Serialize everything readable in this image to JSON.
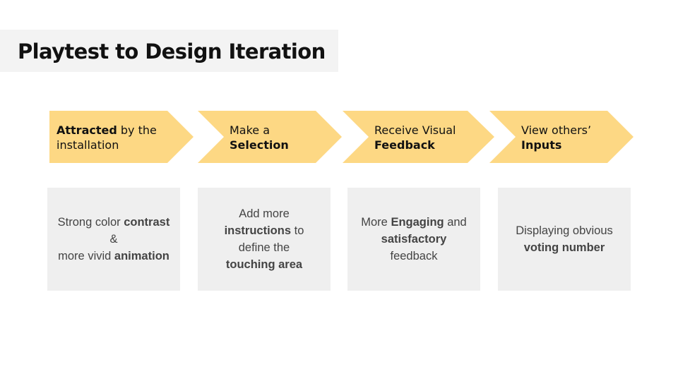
{
  "title": "Playtest to Design Iteration",
  "steps": [
    {
      "line1_bold": "Attracted",
      "line1_rest": " by the",
      "line2_pre": "installation",
      "line2_bold": ""
    },
    {
      "line1_bold": "",
      "line1_rest": "Make a",
      "line2_pre": "",
      "line2_bold": "Selection"
    },
    {
      "line1_bold": "",
      "line1_rest": "Receive Visual",
      "line2_pre": "",
      "line2_bold": "Feedback"
    },
    {
      "line1_bold": "",
      "line1_rest": "View others’",
      "line2_pre": "",
      "line2_bold": "Inputs"
    }
  ],
  "cards": [
    {
      "l1_pre": "Strong color ",
      "l1_bold": "contrast",
      "l1_post": "",
      "l2_pre": "&",
      "l2_bold": "",
      "l2_post": "",
      "l3_pre": "more vivid ",
      "l3_bold": "animation",
      "l3_post": "",
      "l4_pre": "",
      "l4_bold": "",
      "l4_post": ""
    },
    {
      "l1_pre": "Add more",
      "l1_bold": "",
      "l1_post": "",
      "l2_pre": "",
      "l2_bold": "instructions",
      "l2_post": " to",
      "l3_pre": "define the",
      "l3_bold": "",
      "l3_post": "",
      "l4_pre": "",
      "l4_bold": "touching area",
      "l4_post": ""
    },
    {
      "l1_pre": "More ",
      "l1_bold": "Engaging",
      "l1_post": " and",
      "l2_pre": "",
      "l2_bold": "satisfactory",
      "l2_post": "",
      "l3_pre": "feedback",
      "l3_bold": "",
      "l3_post": "",
      "l4_pre": "",
      "l4_bold": "",
      "l4_post": ""
    },
    {
      "l1_pre": "Displaying obvious",
      "l1_bold": "",
      "l1_post": "",
      "l2_pre": "",
      "l2_bold": "voting number",
      "l2_post": "",
      "l3_pre": "",
      "l3_bold": "",
      "l3_post": "",
      "l4_pre": "",
      "l4_bold": "",
      "l4_post": ""
    }
  ],
  "colors": {
    "chevron": "#fdd884",
    "card": "#efefef",
    "title_bar": "#f3f3f3"
  }
}
